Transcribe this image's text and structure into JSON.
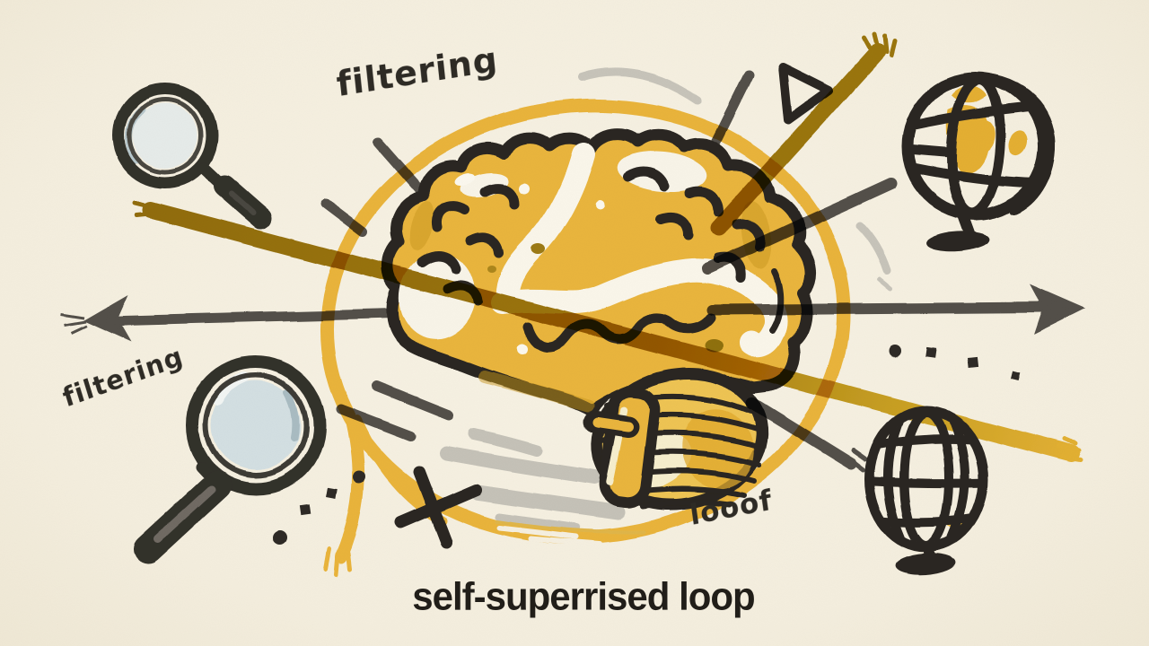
{
  "illustration": {
    "caption": "self-superrised loop",
    "labels": {
      "filtering_top": "filtering",
      "filtering_left": "filtering",
      "loop_note": "looof"
    },
    "icons": [
      "magnifying-glass-icon",
      "magnifying-glass-icon",
      "desk-globe-icon",
      "wireframe-globe-icon",
      "brain-icon",
      "loop-ring-icon",
      "arrow-left-icon",
      "arrow-right-icon",
      "triangle-icon",
      "cross-mark-icon",
      "dotted-trail-icon",
      "brush-stroke-icon"
    ],
    "colors": {
      "paper": "#f5efe0",
      "ink_black": "#2b2722",
      "gray_dark": "#53504a",
      "gray_light": "#c7c4ba",
      "yellow": "#e9b43b",
      "gold_dark": "#9c760f",
      "lens_blue": "#d3dfe2",
      "caption_text": "#211e19"
    }
  }
}
